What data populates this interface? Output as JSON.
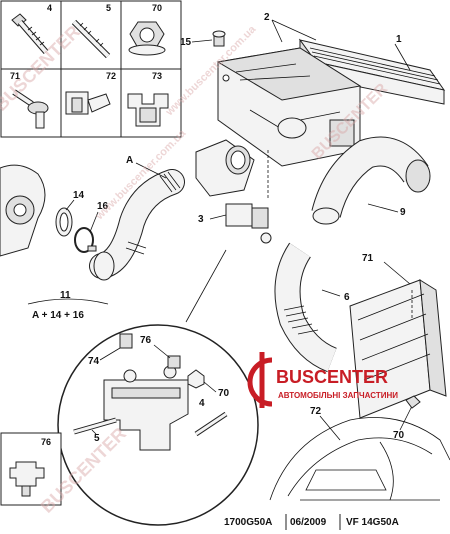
{
  "thumbnails": [
    {
      "num": "4",
      "icon": "bolt-icon"
    },
    {
      "num": "5",
      "icon": "stud-icon"
    },
    {
      "num": "70",
      "icon": "nut-icon"
    },
    {
      "num": "71",
      "icon": "screw-icon"
    },
    {
      "num": "72",
      "icon": "bracket-clip-icon"
    },
    {
      "num": "73",
      "icon": "clip-icon"
    }
  ],
  "callouts": {
    "c1": "1",
    "c2": "2",
    "c15": "15",
    "cA": "A",
    "c14": "14",
    "c16": "16",
    "c3": "3",
    "c9": "9",
    "c71": "71",
    "c6": "6",
    "c11": "11",
    "c74": "74",
    "c76": "76",
    "c70a": "70",
    "c4": "4",
    "c5": "5",
    "c70b": "70",
    "c72": "72",
    "c76box": "76"
  },
  "formula": "A + 14 + 16",
  "brand": {
    "name": "BUSCENTER",
    "subtitle": "АВТОМОБІЛЬНІ ЗАПЧАСТИНИ",
    "accent": "#c81d25"
  },
  "watermarks": {
    "wm1": "BUSCENTER",
    "wm2": "www.buscenter.com.ua",
    "wm3": "BUSCENTER",
    "wm4": "www.buscenter.com.ua",
    "wm5": "BUSCENTER"
  },
  "footer": {
    "left": "1700G50A",
    "date": "06/2009",
    "right": "VF 14G50A"
  }
}
